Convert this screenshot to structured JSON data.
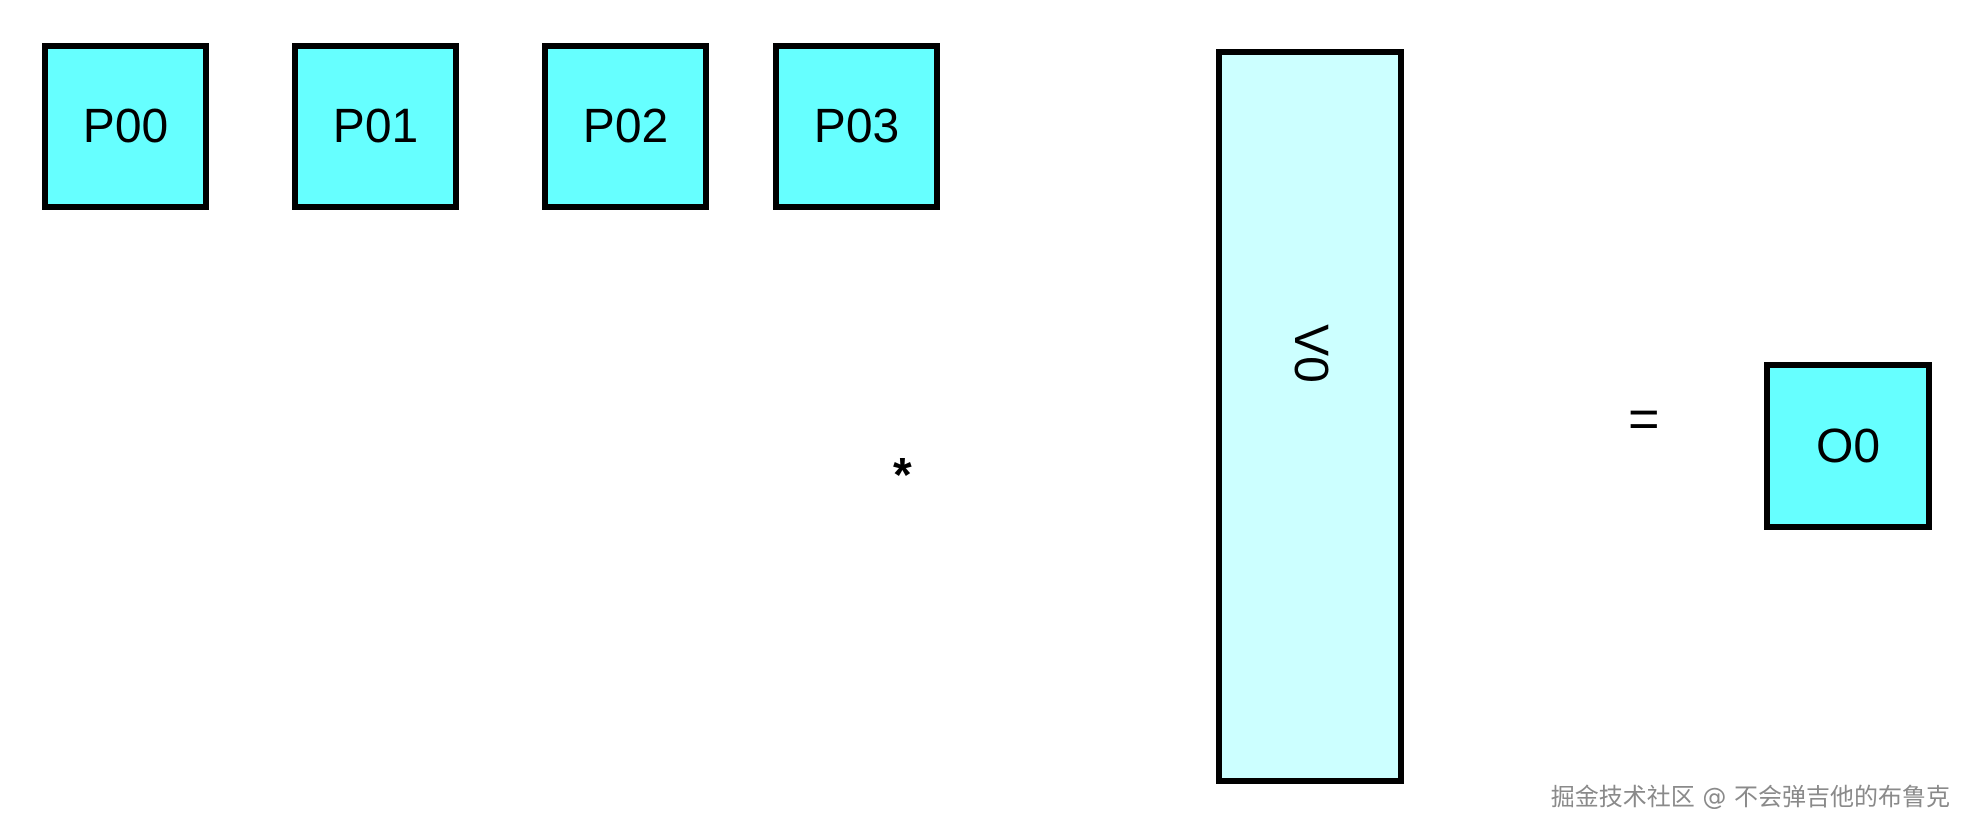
{
  "diagram": {
    "p_blocks": [
      {
        "label": "P00"
      },
      {
        "label": "P01"
      },
      {
        "label": "P02"
      },
      {
        "label": "P03"
      }
    ],
    "multiply_symbol": "*",
    "v_block": {
      "label": "V0"
    },
    "equals_symbol": "=",
    "o_block": {
      "label": "O0"
    },
    "colors": {
      "p_fill": "#66ffff",
      "v_fill": "#ccffff",
      "o_fill": "#66ffff",
      "border": "#000000"
    }
  },
  "watermark": "掘金技术社区 @ 不会弹吉他的布鲁克"
}
